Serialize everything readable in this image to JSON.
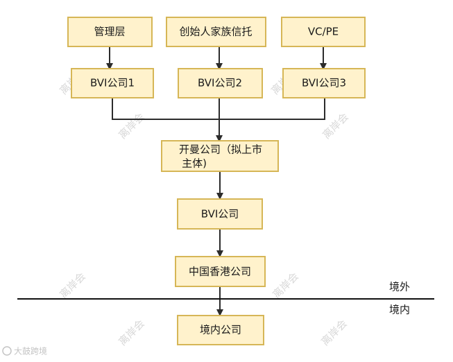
{
  "nodes": {
    "management": "管理层",
    "founder_trust": "创始人家族信托",
    "vc_pe": "VC/PE",
    "bvi1": "BVI公司1",
    "bvi2": "BVI公司2",
    "bvi3": "BVI公司3",
    "cayman_line1": "开曼公司（拟上市",
    "cayman_line2": "主体)",
    "bvi": "BVI公司",
    "hk": "中国香港公司",
    "domestic": "境内公司"
  },
  "regions": {
    "offshore": "境外",
    "onshore": "境内"
  },
  "watermark": "离岸会",
  "corner_watermark": "大鼓跨境",
  "colors": {
    "box_fill": "#fff2cc",
    "box_border": "#d6b656",
    "line": "#2b2b2b"
  }
}
